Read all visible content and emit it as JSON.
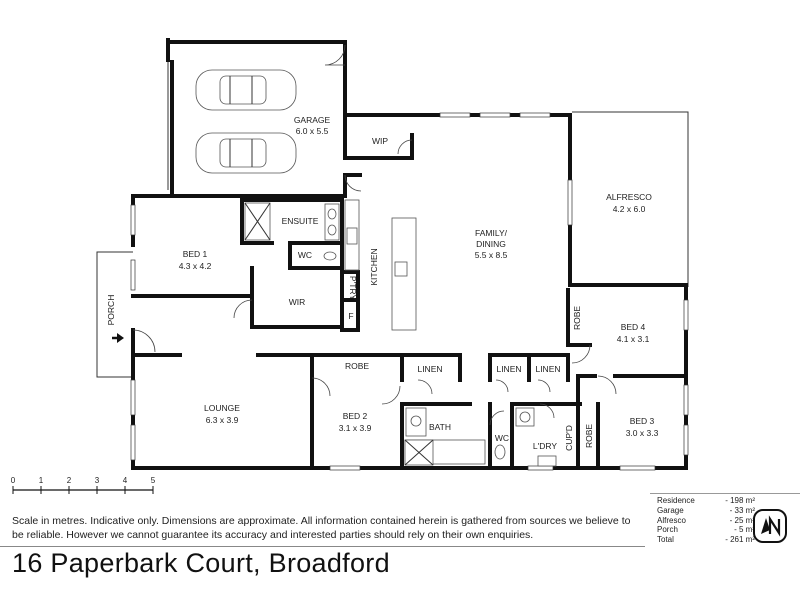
{
  "rooms": {
    "garage": {
      "name": "GARAGE",
      "size": "6.0 x 5.5"
    },
    "wip": {
      "name": "WIP"
    },
    "alfresco": {
      "name": "ALFRESCO",
      "size": "4.2 x 6.0"
    },
    "ensuite": {
      "name": "ENSUITE"
    },
    "wc1": {
      "name": "WC"
    },
    "bed1": {
      "name": "BED 1",
      "size": "4.3 x 4.2"
    },
    "wir": {
      "name": "WIR"
    },
    "ptry": {
      "name": "P'TRY"
    },
    "kitchen": {
      "name": "KITCHEN"
    },
    "fridge": {
      "name": "F"
    },
    "family": {
      "name": "FAMILY/",
      "name2": "DINING",
      "size": "5.5 x 8.5"
    },
    "bed4": {
      "name": "BED 4",
      "size": "4.1 x 3.1"
    },
    "robe4": {
      "name": "ROBE"
    },
    "porch": {
      "name": "PORCH"
    },
    "lounge": {
      "name": "LOUNGE",
      "size": "6.3 x 3.9"
    },
    "robe2": {
      "name": "ROBE"
    },
    "linen1": {
      "name": "LINEN"
    },
    "linen2": {
      "name": "LINEN"
    },
    "linen3": {
      "name": "LINEN"
    },
    "bed2": {
      "name": "BED 2",
      "size": "3.1 x 3.9"
    },
    "bath": {
      "name": "BATH"
    },
    "wc2": {
      "name": "WC"
    },
    "ldry": {
      "name": "L'DRY"
    },
    "cupd": {
      "name": "CUP'D"
    },
    "robe3": {
      "name": "ROBE"
    },
    "bed3": {
      "name": "BED 3",
      "size": "3.0 x 3.3"
    }
  },
  "scale": {
    "ticks": [
      "0",
      "1",
      "2",
      "3",
      "4",
      "5"
    ]
  },
  "disclaimer": "Scale in metres. Indicative only. Dimensions are approximate.  All information contained herein is gathered from sources we believe to be reliable. However we cannot guarantee its accuracy and interested parties should rely on their own enquiries.",
  "title": "16 Paperbark Court, Broadford",
  "areas": [
    {
      "name": "Residence",
      "value": "- 198 m²"
    },
    {
      "name": "Garage",
      "value": "- 33 m²"
    },
    {
      "name": "Alfresco",
      "value": "- 25 m²"
    },
    {
      "name": "Porch",
      "value": "- 5 m²"
    },
    {
      "name": "Total",
      "value": "- 261 m²"
    }
  ]
}
